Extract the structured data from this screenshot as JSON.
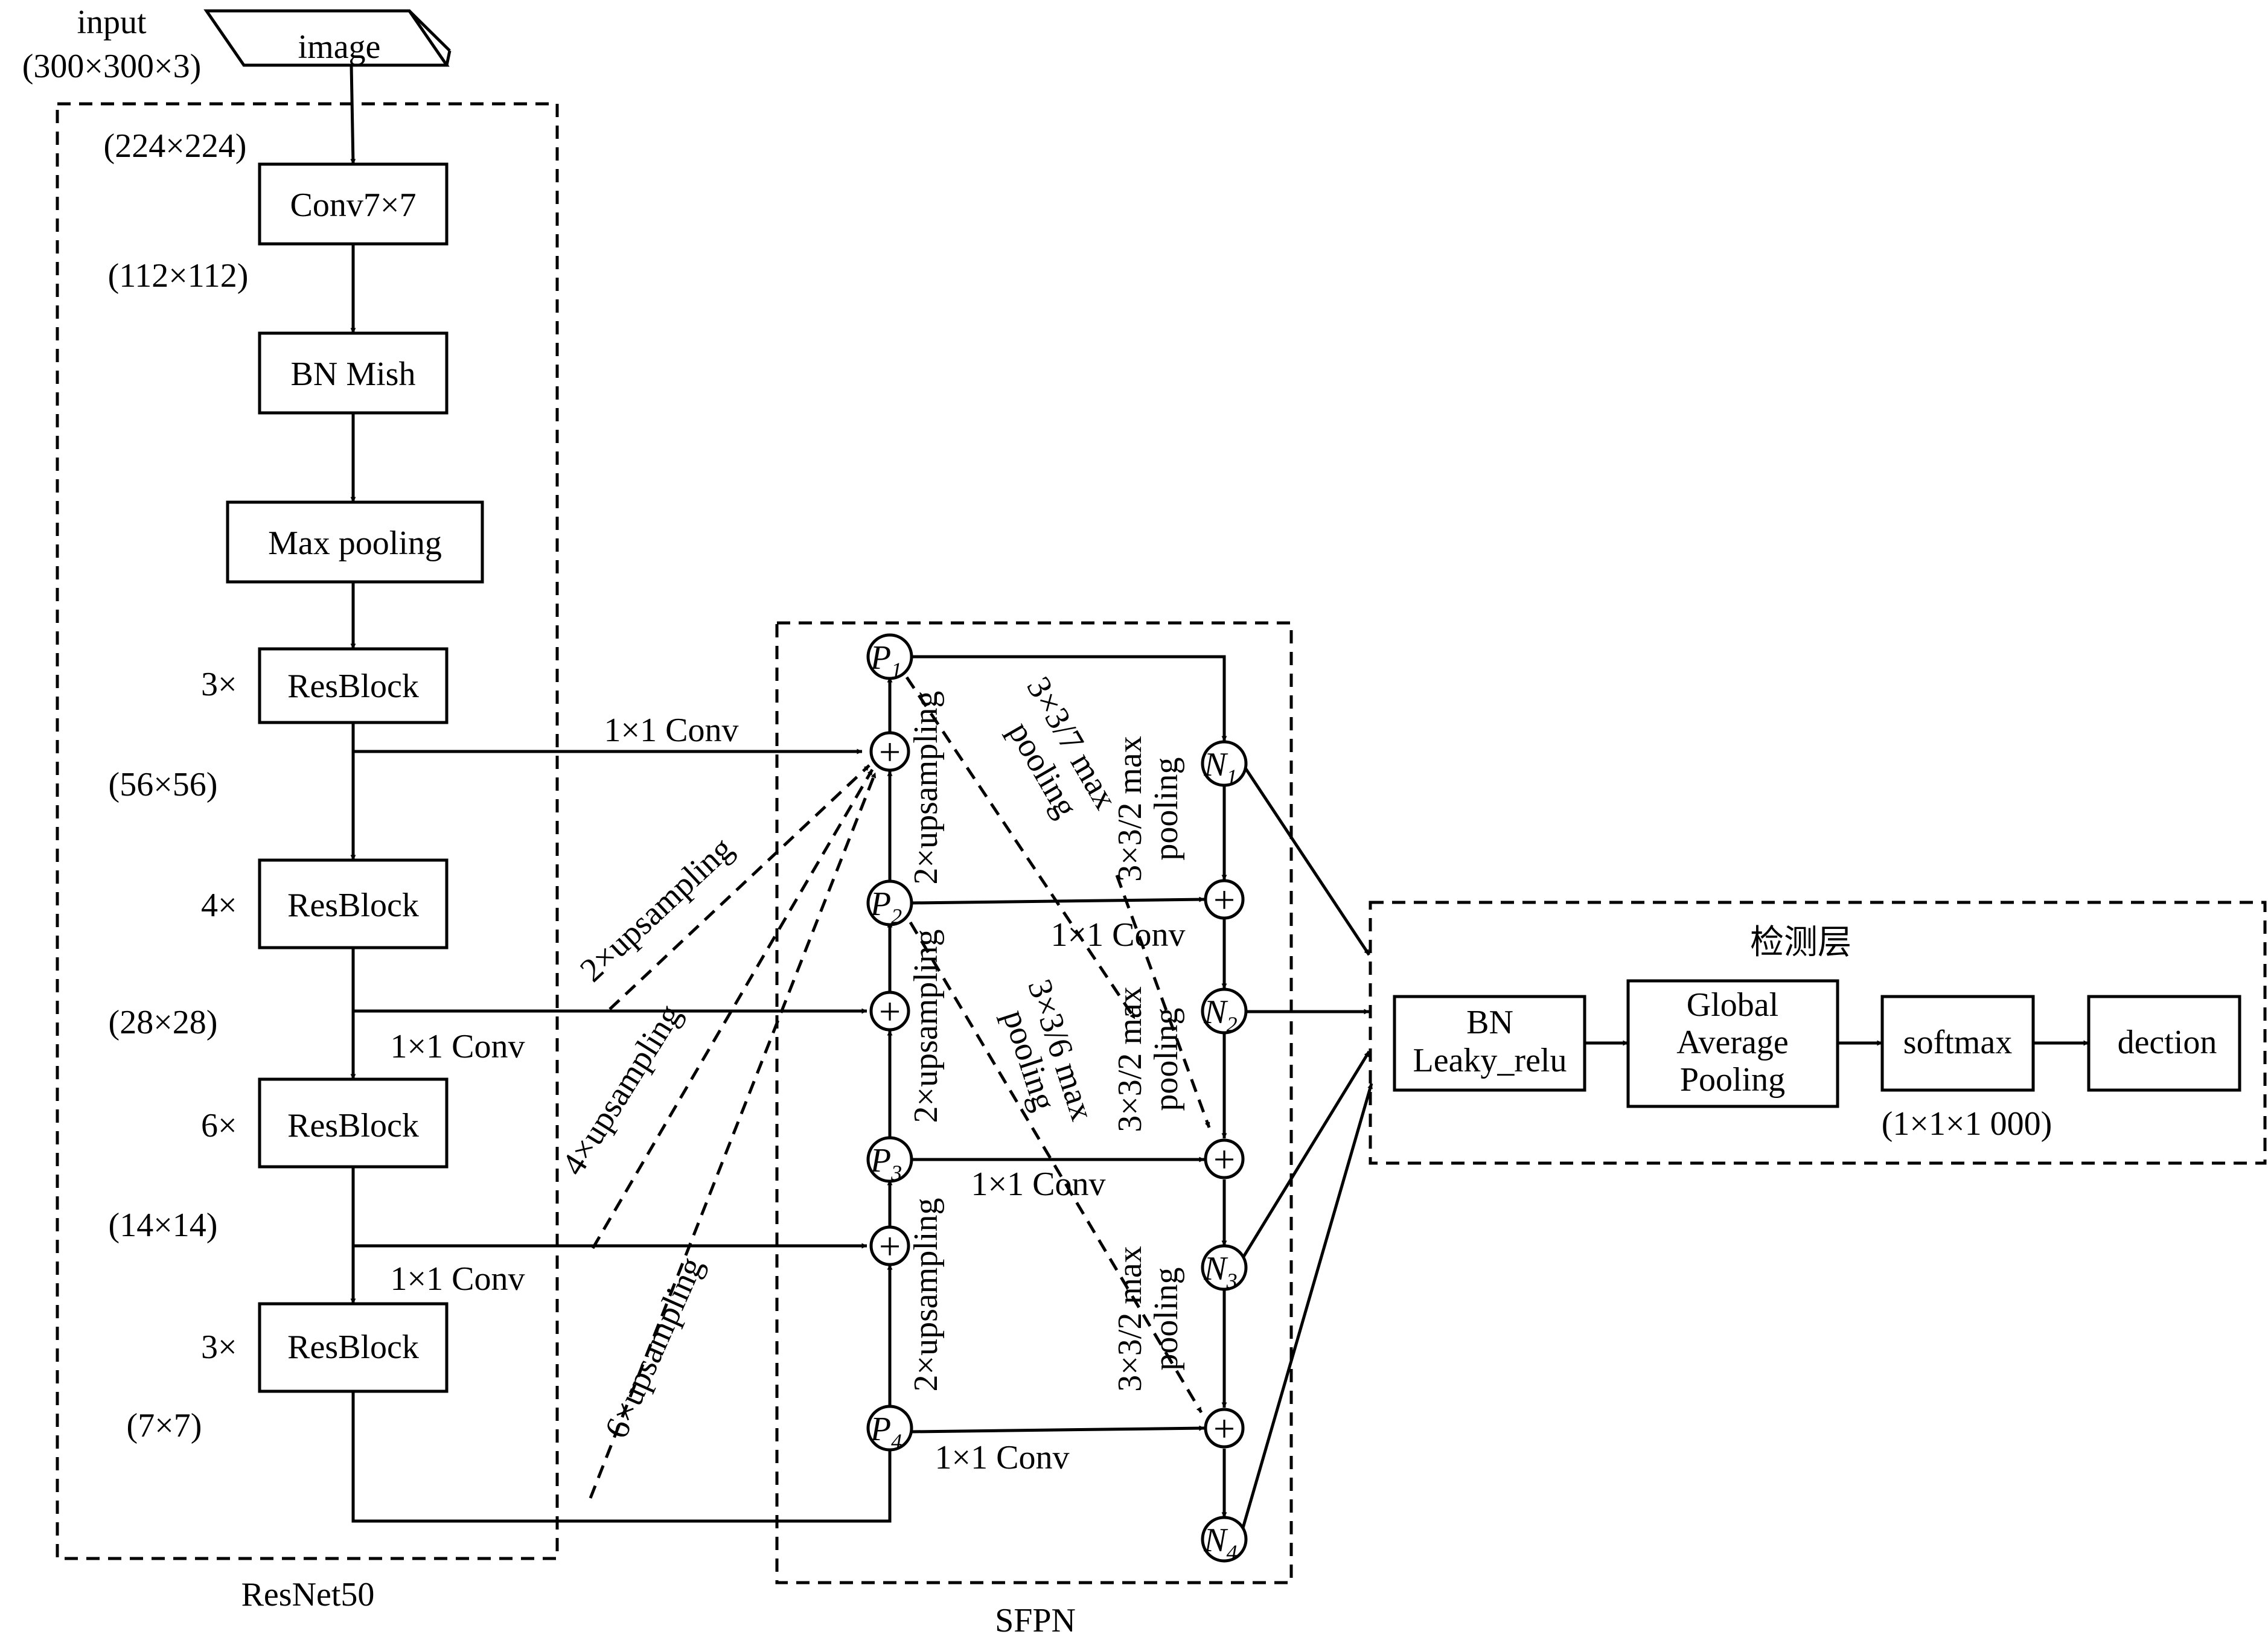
{
  "input": {
    "label": "input",
    "size": "(300×300×3)",
    "image": "image"
  },
  "resnet": {
    "caption": "ResNet50",
    "size_224": "(224×224)",
    "conv7": "Conv7×7",
    "size_112": "(112×112)",
    "bn_mish": "BN Mish",
    "max_pooling": "Max pooling",
    "blocks": [
      {
        "repeat": "3×",
        "label": "ResBlock"
      },
      {
        "repeat": "4×",
        "label": "ResBlock"
      },
      {
        "repeat": "6×",
        "label": "ResBlock"
      },
      {
        "repeat": "3×",
        "label": "ResBlock"
      }
    ],
    "size_56": "(56×56)",
    "size_28": "(28×28)",
    "size_14": "(14×14)",
    "size_7": "(7×7)"
  },
  "sfpn": {
    "caption": "SFPN",
    "conv_1x1": "1×1 Conv",
    "up2": "2×upsampling",
    "up4": "4×upsampling",
    "up6": "6×upsampling",
    "pool_32": "3×3/2 max",
    "pool_37": "3×3/7 max",
    "pool_36": "3×3/6 max",
    "pooling_word": "pooling",
    "p_nodes": [
      {
        "letter": "P",
        "index": "1"
      },
      {
        "letter": "P",
        "index": "2"
      },
      {
        "letter": "P",
        "index": "3"
      },
      {
        "letter": "P",
        "index": "4"
      }
    ],
    "n_nodes": [
      {
        "letter": "N",
        "index": "1"
      },
      {
        "letter": "N",
        "index": "2"
      },
      {
        "letter": "N",
        "index": "3"
      },
      {
        "letter": "N",
        "index": "4"
      }
    ],
    "plus": "+"
  },
  "detection": {
    "title": "检测层",
    "bn": "BN",
    "leaky_relu": "Leaky_relu",
    "gap_1": "Global",
    "gap_2": "Average",
    "gap_3": "Pooling",
    "softmax": "softmax",
    "dection": "dection",
    "size": "(1×1×1 000)"
  }
}
